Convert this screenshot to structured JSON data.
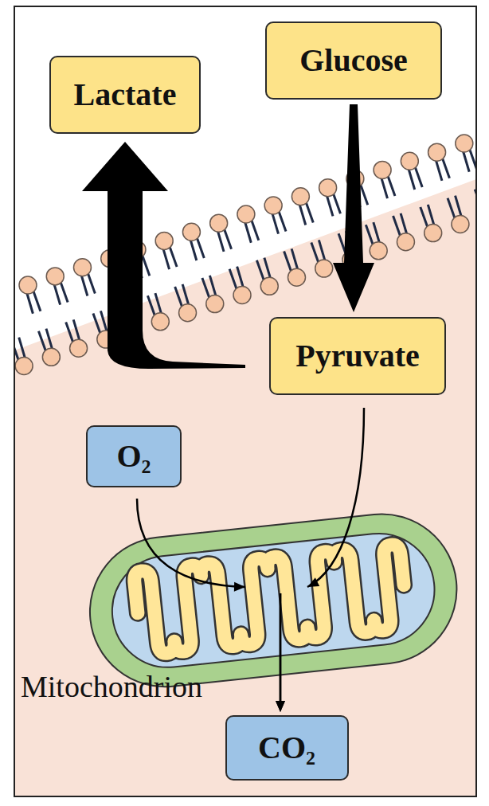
{
  "diagram": {
    "nodes": [
      {
        "text": [
          "Lactate"
        ]
      },
      {
        "text": [
          "Glucose"
        ]
      },
      {
        "text": [
          "Pyruvate"
        ]
      },
      {
        "text": [
          "O₂"
        ]
      },
      {
        "text": [
          "CO₂"
        ]
      }
    ],
    "edges": [
      {
        "from": 1,
        "to": 2,
        "arrow": "to"
      },
      {
        "from": 2,
        "to": 0,
        "arrow": "to"
      },
      {
        "from": 3,
        "to": 4,
        "arrow": "to"
      },
      {
        "from": 2,
        "to": 4,
        "arrow": "to"
      }
    ],
    "labels": [
      "Mitochondrion"
    ]
  }
}
